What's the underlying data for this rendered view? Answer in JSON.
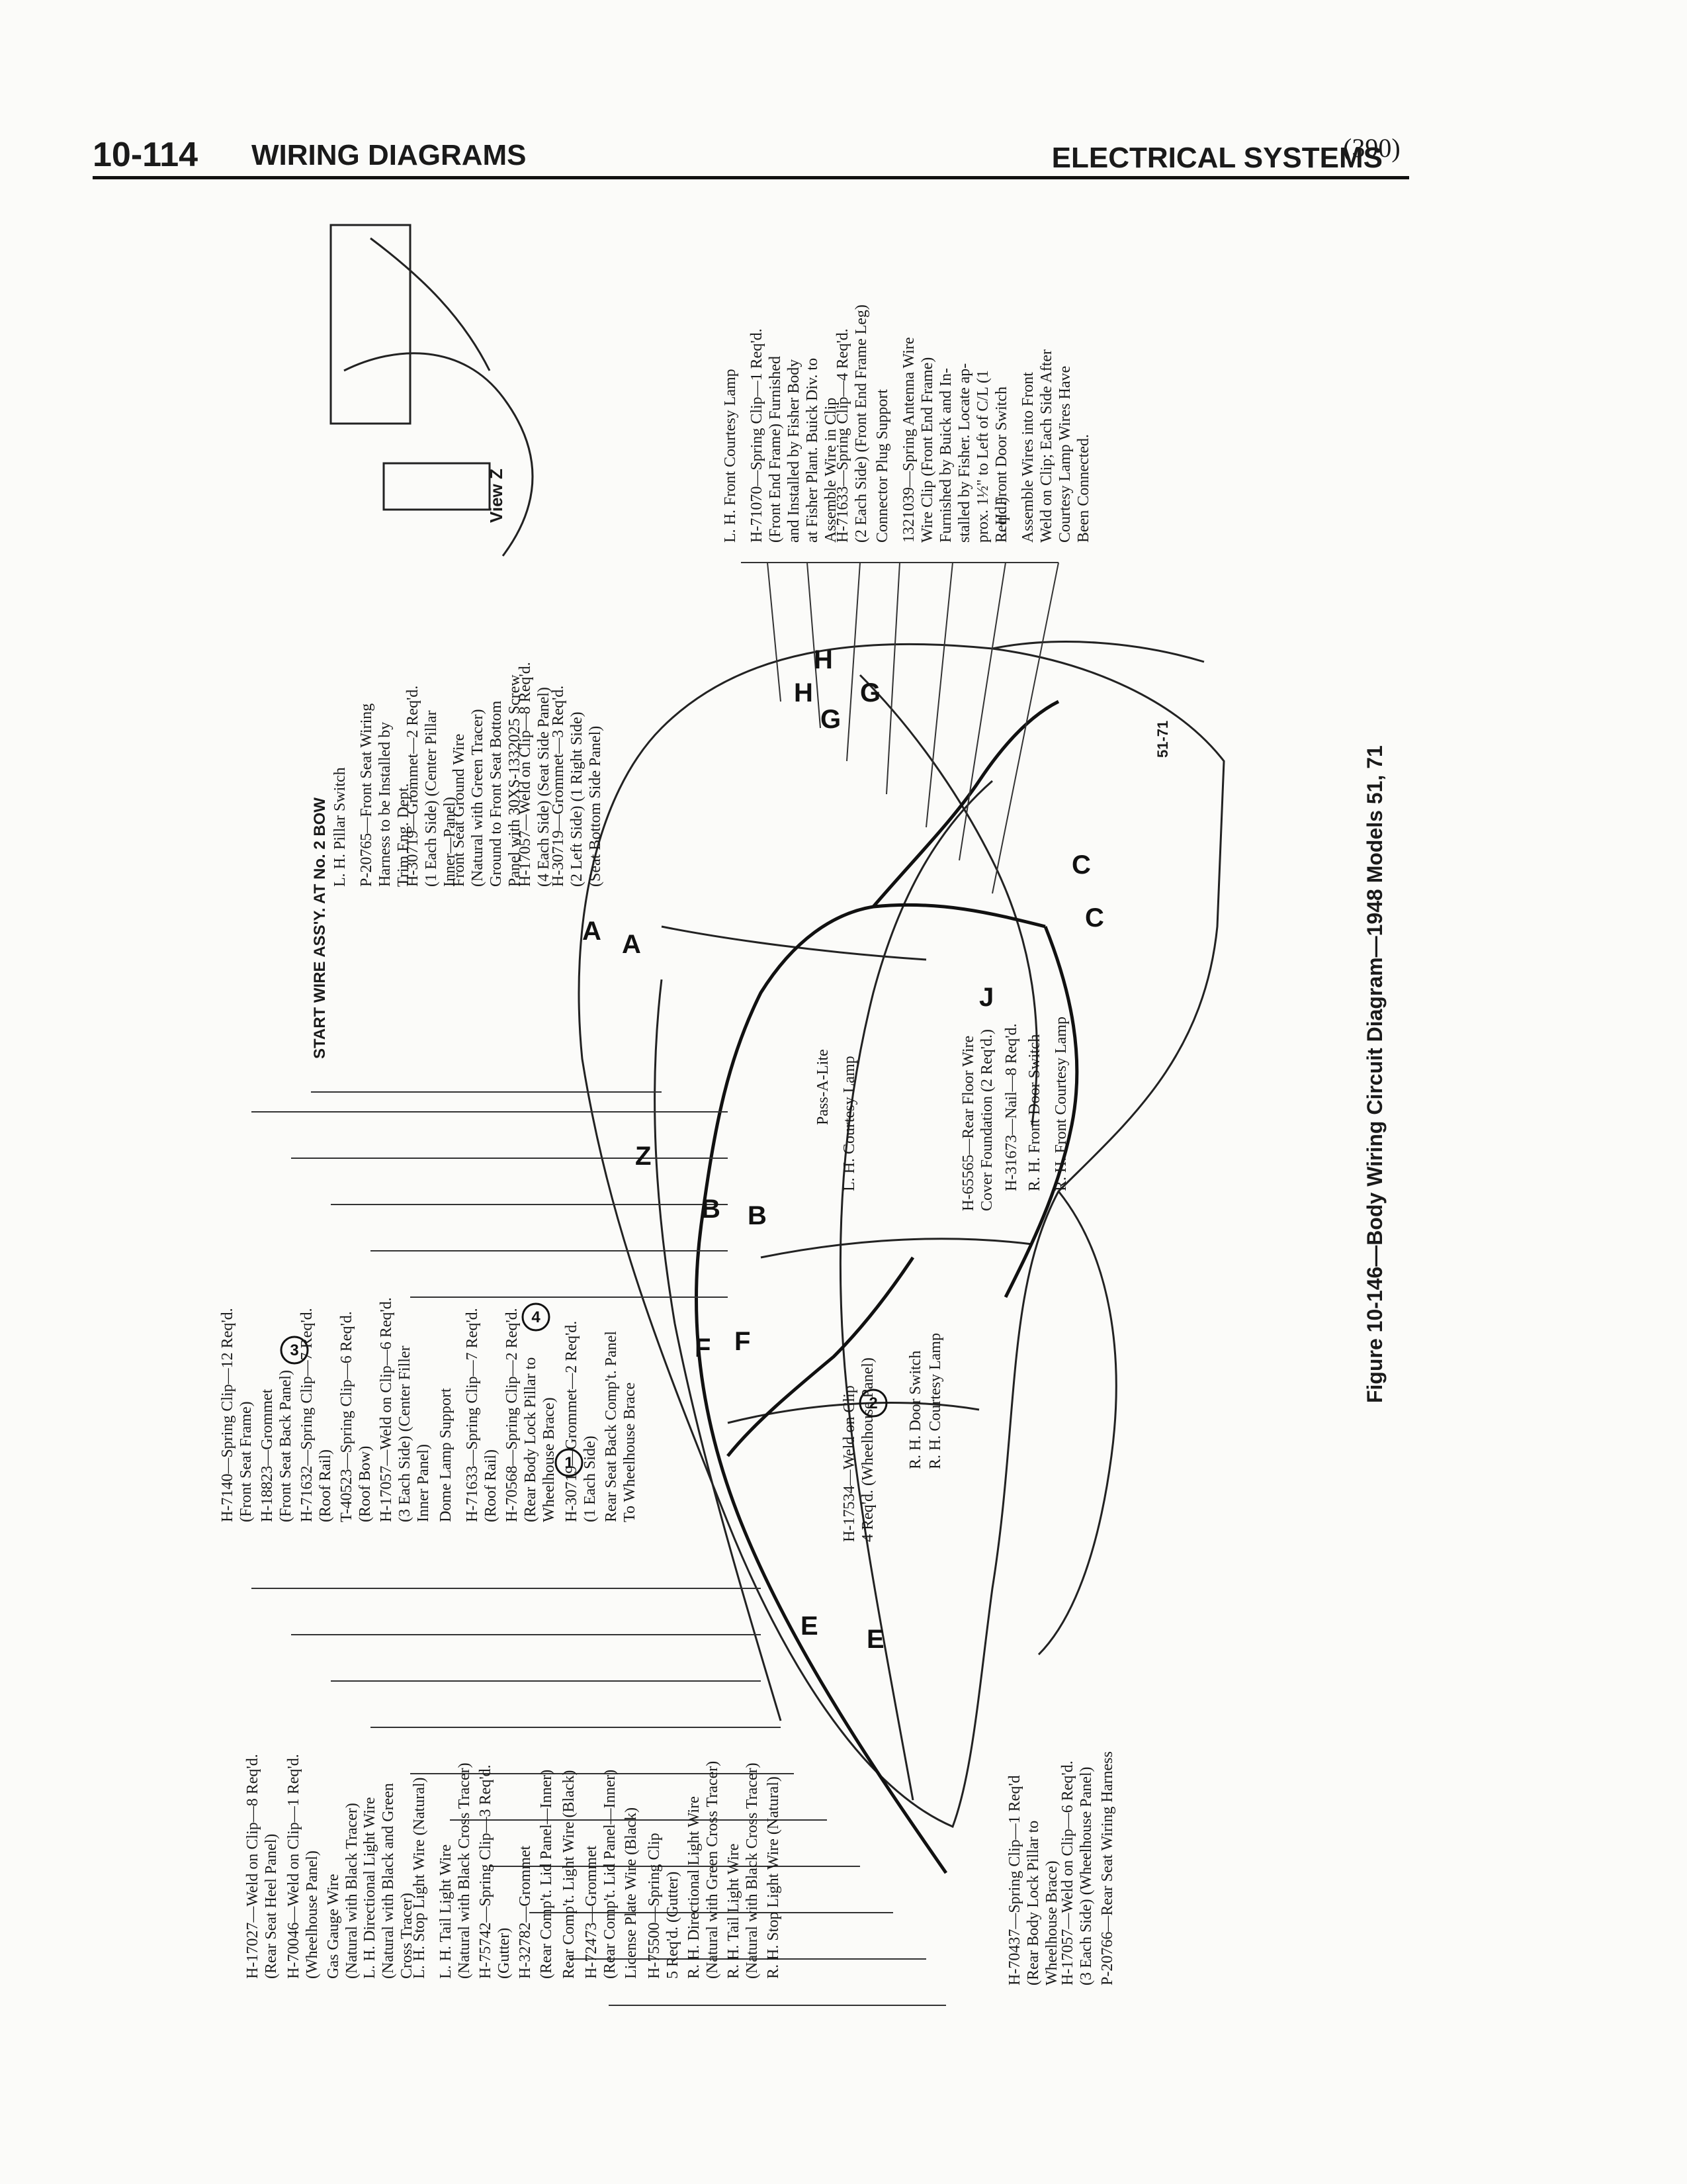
{
  "header": {
    "page_number": "10-114",
    "title": "WIRING DIAGRAMS",
    "section": "ELECTRICAL SYSTEMS",
    "page_ref": "(390)"
  },
  "figure": {
    "caption": "Figure 10-146—Body Wiring Circuit Diagram—1948 Models 51, 71",
    "start_wire": "START WIRE ASS'Y. AT No. 2 BOW",
    "view_label": "View Z",
    "code": "51-71"
  },
  "callouts_left_a": [
    "H-17027—Weld on Clip—8 Req'd.\n(Rear Seat Heel Panel)",
    "H-70046—Weld on Clip—1 Req'd.\n(Wheelhouse Panel)",
    "Gas Gauge Wire\n(Natural with Black Tracer)",
    "L. H. Directional Light Wire\n(Natural with Black and Green\nCross Tracer)",
    "L. H. Stop Light Wire (Natural)",
    "L. H. Tail Light Wire\n(Natural with Black Cross Tracer)",
    "H-75742—Spring Clip—3 Req'd.\n(Gutter)",
    "H-32782—Grommet",
    "(Rear Comp't. Lid Panel—Inner)",
    "Rear Comp't. Light Wire (Black)",
    "H-72473—Grommet\n(Rear Comp't. Lid Panel—Inner)",
    "License Plate Wire (Black)",
    "H-75500—Spring Clip\n5 Req'd. (Gutter)",
    "R. H. Directional Light Wire\n(Natural with Green Cross Tracer)",
    "R. H. Tail Light Wire\n(Natural with Black Cross Tracer)",
    "R. H. Stop Light Wire (Natural)"
  ],
  "callouts_left_b": [
    "H-7140—Spring Clip—12 Req'd.\n(Front Seat Frame)",
    "H-18823—Grommet\n(Front Seat Back Panel)",
    "H-71632—Spring Clip—7 Req'd.\n(Roof Rail)",
    "T-40523—Spring Clip—6 Req'd.\n(Roof Bow)",
    "H-17057—Weld on Clip—6 Req'd.\n(3 Each Side) (Center Filler\nInner Panel)",
    "Dome Lamp Support",
    "H-71633—Spring Clip—7 Req'd.\n(Roof Rail)",
    "H-70568—Spring Clip—2 Req'd.\n(Rear Body Lock Pillar to\nWheelhouse Brace)",
    "H-30719—Grommet—2 Req'd.\n(1 Each Side)",
    "Rear Seat Back Comp't. Panel\nTo Wheelhouse Brace"
  ],
  "callouts_top": [
    "L. H. Pillar Switch",
    "P-20765—Front Seat Wiring\nHarness to be Installed by\nTrim Eng. Dept.",
    "H-30719—Grommet—2 Req'd.\n(1 Each Side) (Center Pillar\nInner—Panel)",
    "Front Seat Ground Wire\n(Natural with Green Tracer)\nGround to Front Seat Bottom\nPanel with 30XS-1332025 Screw",
    "H-17057—Weld on Clip—8 Req'd.\n(4 Each Side) (Seat Side Panel)",
    "H-30719—Grommet—3 Req'd.\n(2 Left Side) (1 Right Side)\n(Seat Bottom Side Panel)"
  ],
  "callouts_right": [
    "L. H. Front Courtesy Lamp",
    "H-71070—Spring Clip—1 Req'd.\n(Front End Frame) Furnished\nand Installed by Fisher Body\nat Fisher Plant. Buick Div. to\nAssemble Wire in Clip",
    "H-71633—Spring Clip—4 Req'd.\n(2 Each Side) (Front End Frame Leg)",
    "Connector Plug Support",
    "1321039—Spring Antenna Wire\nWire Clip (Front End Frame)\nFurnished by Buick and In-\nstalled by Fisher. Locate ap-\nprox. 1½\" to Left of C/L (1\nReq'd.)",
    "L. H. Front Door Switch",
    "Assemble Wires into Front\nWeld on Clip; Each Side After\nCourtesy Lamp Wires Have\nBeen Connected."
  ],
  "callouts_bottom_left": [
    "H-70437—Spring Clip—1 Req'd\n(Rear Body Lock Pillar to\nWheelhouse Brace)",
    "H-17057—Weld on Clip—6 Req'd.\n(3 Each Side) (Wheelhouse Panel)",
    "P-20766—Rear Seat Wiring Harness"
  ],
  "inline_labels": {
    "pass_a_lite": "Pass-A-Lite",
    "lh_courtesy": "L. H. Courtesy Lamp",
    "floor_wire": "H-65565—Rear Floor Wire\nCover Foundation (2 Req'd.)",
    "nail": "H-31673—Nail—8 Req'd.",
    "rh_front_door_switch": "R. H. Front Door Switch",
    "rh_front_courtesy": "R. H. Front Courtesy Lamp",
    "weld_clip": "H-17534—Weld on Clip\n4 Req'd. (Wheelhouse Panel)",
    "rh_door_switch": "R. H. Door Switch",
    "rh_courtesy": "R. H. Courtesy Lamp"
  },
  "section_markers": [
    "A",
    "A",
    "B",
    "B",
    "C",
    "C",
    "E",
    "E",
    "F",
    "F",
    "G",
    "G",
    "H",
    "H",
    "J",
    "Z"
  ],
  "circle_numbers": [
    "1",
    "2",
    "3",
    "4"
  ]
}
